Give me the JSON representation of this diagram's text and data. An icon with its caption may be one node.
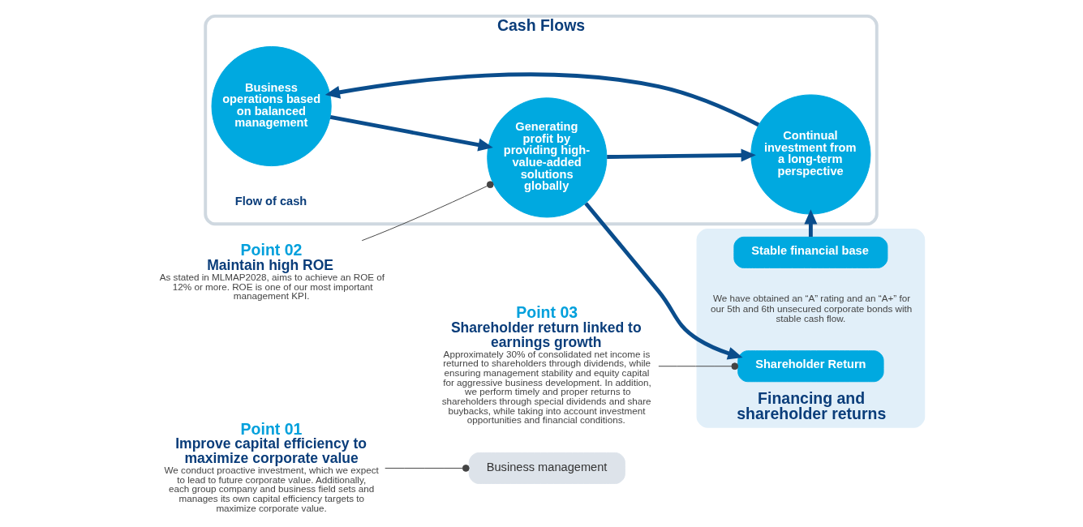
{
  "diagram": {
    "nodes": [
      {
        "text": [
          "Point 01",
          "Improve capital efficiency to maximize corporate value",
          "We conduct proactive investment, which we expect to lead to future corporate value. Additionally, each group company and business field sets and manages its own capital efficiency targets to maximize corporate value."
        ]
      },
      {
        "text": [
          "Cash Flows"
        ]
      },
      {
        "text": [
          "Business management"
        ]
      },
      {
        "text": [
          "Business operations based on balanced management"
        ],
        "in": 1
      },
      {
        "text": [
          "Continual investment from a long-term perspective"
        ],
        "in": 1
      },
      {
        "text": [
          "Generating profit by providing high-value-added solutions globally"
        ],
        "in": 1
      },
      {
        "text": [
          "Financing and shareholder returns"
        ]
      },
      {
        "text": [
          "Stable financial base"
        ],
        "in": 6,
        "beside": [
          "We have obtained an “A” rating and an “A+” for our 5th and 6th unsecured corporate bonds with stable cash flow."
        ]
      },
      {
        "text": [
          "Shareholder Return"
        ],
        "in": 6
      },
      {
        "text": [
          "Point 02",
          "Maintain high ROE",
          "As stated in MLMAP2028, aims to achieve an ROE of 12% or more. ROE is one of our most important management KPI."
        ]
      },
      {
        "text": [
          "Point 03",
          "Shareholder return linked to earnings growth",
          "Approximately 30% of consolidated net income is returned to shareholders through dividends, while ensuring management stability and equity capital for aggressive business development. In addition, we perform timely and proper returns to shareholders through special dividends and share buybacks, while taking into account investment opportunities and financial conditions."
        ]
      }
    ],
    "edges": [
      {
        "from": 0,
        "to": 2,
        "arrow": "other"
      },
      {
        "from": 7,
        "to": 4,
        "arrow": "to"
      },
      {
        "from": 4,
        "to": 3,
        "arrow": "to"
      },
      {
        "from": 3,
        "to": 5,
        "arrow": "to"
      },
      {
        "from": 5,
        "to": 4,
        "arrow": "to"
      },
      {
        "from": 5,
        "to": 8,
        "arrow": "to"
      },
      {
        "from": 9,
        "to": 5,
        "arrow": "other"
      },
      {
        "from": 10,
        "to": 8,
        "arrow": "other"
      }
    ],
    "labels": [
      "Flow of cash"
    ]
  }
}
